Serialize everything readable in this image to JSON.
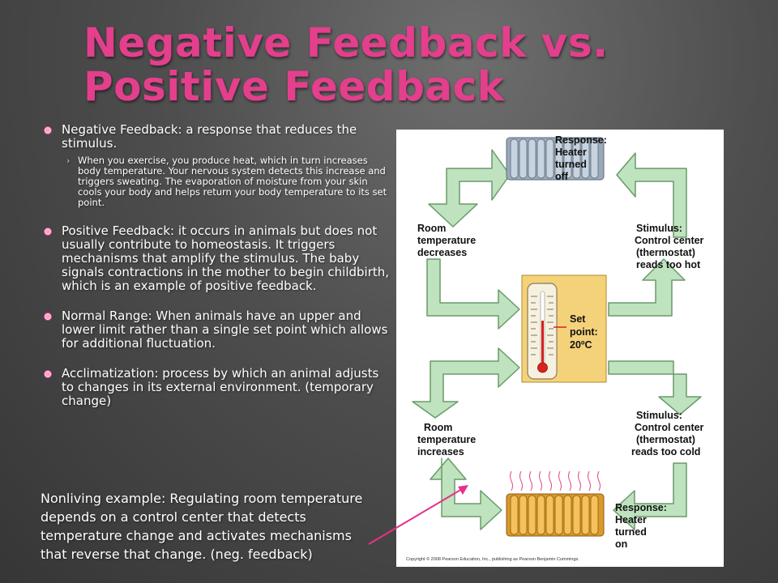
{
  "title": {
    "line1": "Negative Feedback vs.",
    "line2": "Positive Feedback"
  },
  "bullets": [
    {
      "text": "Negative Feedback: a response that reduces the stimulus.",
      "sub": " When you exercise, you produce heat, which in turn increases body temperature. Your nervous system detects this increase and triggers sweating. The evaporation of moisture from your skin cools your body and helps return your body temperature to its set point."
    },
    {
      "text": "Positive Feedback: it occurs in animals but does not usually contribute to homeostasis. It triggers mechanisms that amplify the stimulus. The baby signals contractions in the mother to begin childbirth, which is an example of positive feedback."
    },
    {
      "text": "Normal Range: When animals have an upper and lower limit rather than a single set point which allows for additional fluctuation."
    },
    {
      "text": "Acclimatization: process by which an animal adjusts to changes in its external environment. (temporary change)"
    }
  ],
  "note": "Nonliving example: Regulating room temperature depends on a control center that detects temperature change and activates mechanisms that reverse that change. (neg. feedback)",
  "diagram": {
    "response_top": [
      "Response:",
      "Heater",
      "turned",
      "off"
    ],
    "room_decreases": [
      "Room",
      "temperature",
      "decreases"
    ],
    "stimulus_hot": [
      "Stimulus:",
      "Control center",
      "(thermostat)",
      "reads too hot"
    ],
    "set_point": [
      "Set",
      "point:",
      "20ºC"
    ],
    "room_increases": [
      "Room",
      "temperature",
      "increases"
    ],
    "stimulus_cold": [
      "Stimulus:",
      "Control center",
      "(thermostat)",
      "reads too cold"
    ],
    "response_bottom": [
      "Response:",
      "Heater",
      "turned",
      "on"
    ],
    "copyright": "Copyright © 2008 Pearson Education, Inc., publishing as Pearson Benjamin Cummings."
  },
  "colors": {
    "title": "#e33f8c",
    "bullet": "#f4a6c8",
    "arrow_fill": "#bfe3be",
    "arrow_stroke": "#6a9a6a",
    "thermostat_panel": "#f4d27a",
    "pointer_arrow": "#e8308a"
  }
}
